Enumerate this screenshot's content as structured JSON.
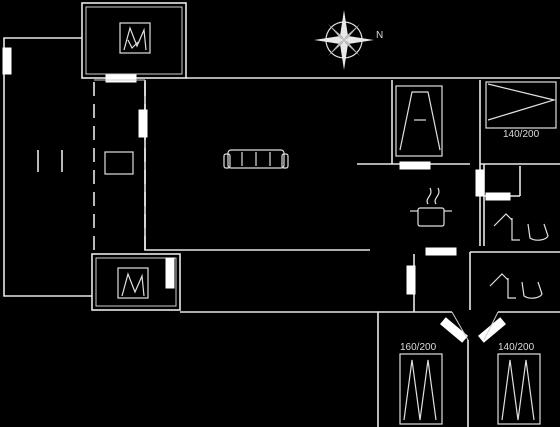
{
  "compass": {
    "north_label": "N"
  },
  "beds": {
    "bed_top_right": "140/200",
    "bed_bottom_left": "160/200",
    "bed_bottom_right": "140/200"
  }
}
